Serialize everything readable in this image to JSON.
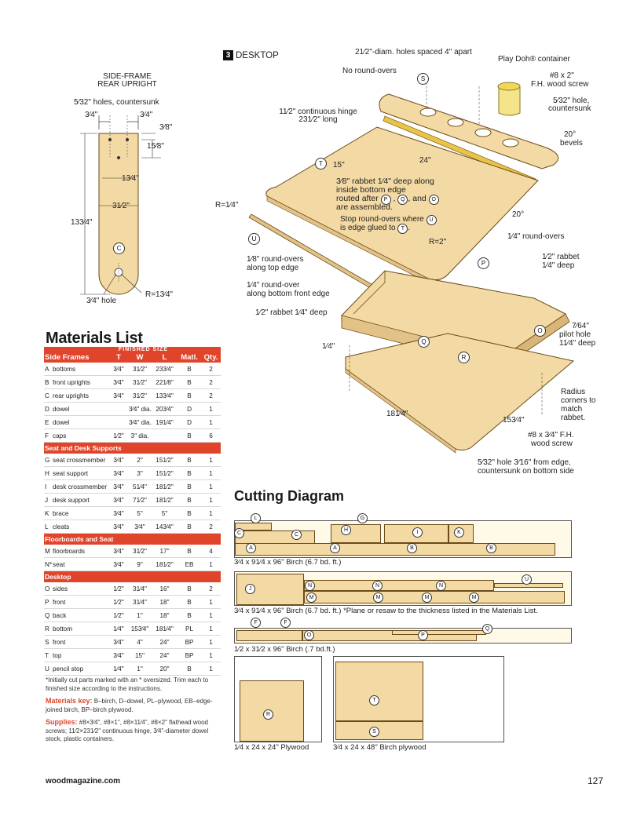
{
  "side_frame": {
    "title1": "SIDE-FRAME",
    "title2": "REAR UPRIGHT",
    "holes": "5⁄32\" holes, countersunk",
    "d_34a": "3⁄4\"",
    "d_34b": "3⁄4\"",
    "d_38": "3⁄8\"",
    "d_158": "15⁄8\"",
    "d_134": "13⁄4\"",
    "d_312": "31⁄2\"",
    "d_1334": "133⁄4\"",
    "hole": "3⁄4\" hole",
    "radius": "R=13⁄4\"",
    "part": "C"
  },
  "desktop": {
    "num": "3",
    "title": "DESKTOP",
    "holes_spaced": "21⁄2\"-diam. holes spaced 4\" apart",
    "no_roundovers": "No round-overs",
    "play_doh": "Play Doh® container",
    "screw_8x2": "#8 x 2\"",
    "fh_screw": "F.H. wood screw",
    "hole_532": "5⁄32\" hole,",
    "countersunk": "countersunk",
    "bevels_20": "20°",
    "bevels": "bevels",
    "hinge1": "11⁄2\" continuous hinge",
    "hinge2": "231⁄2\" long",
    "d15": "15\"",
    "d24": "24\"",
    "rabbet_note1": "3⁄8\" rabbet 1⁄4\" deep along",
    "rabbet_note2": "inside bottom edge",
    "rabbet_note3": "routed after",
    "rabbet_note3b": ", and",
    "rabbet_note4": "are assembled.",
    "r14": "R=1⁄4\"",
    "stop_round1": "Stop round-overs where",
    "stop_round2": "is edge glued to",
    "r2": "R=2\"",
    "ang20": "20°",
    "round_over_14": "1⁄4\" round-overs",
    "round_over_18a": "1⁄8\" round-overs",
    "round_over_18b": "along top edge",
    "round_over_bottom1": "1⁄4\" round-over",
    "round_over_bottom2": "along bottom front edge",
    "rabbet_12": "1⁄2\" rabbet 1⁄4\" deep",
    "rabbet_12r1": "1⁄2\" rabbet",
    "rabbet_12r2": "1⁄4\" deep",
    "pilot1": "7⁄64\"",
    "pilot2": "pilot hole",
    "pilot3": "11⁄4\" deep",
    "d14": "1⁄4\"",
    "d1814": "181⁄4\"",
    "d1534": "153⁄4\"",
    "radius1": "Radius",
    "radius2": "corners to",
    "radius3": "match",
    "radius4": "rabbet.",
    "screw34a": "#8 x 3⁄4\" F.H.",
    "screw34b": "wood screw",
    "hole_bottom1": "5⁄32\" hole 3⁄16\" from edge,",
    "hole_bottom2": "countersunk on bottom side"
  },
  "materials": {
    "title": "Materials List",
    "finished_size": "FINISHED SIZE",
    "col_part": "Side Frames",
    "col_t": "T",
    "col_w": "W",
    "col_l": "L",
    "col_matl": "Matl.",
    "col_qty": "Qty.",
    "sections": [
      {
        "name": "",
        "rows": [
          {
            "id": "A",
            "part": "bottoms",
            "t": "3⁄4\"",
            "w": "31⁄2\"",
            "l": "233⁄4\"",
            "m": "B",
            "q": "2"
          },
          {
            "id": "B",
            "part": "front uprights",
            "t": "3⁄4\"",
            "w": "31⁄2\"",
            "l": "221⁄8\"",
            "m": "B",
            "q": "2"
          },
          {
            "id": "C",
            "part": "rear uprights",
            "t": "3⁄4\"",
            "w": "31⁄2\"",
            "l": "133⁄4\"",
            "m": "B",
            "q": "2"
          },
          {
            "id": "D",
            "part": "dowel",
            "t": "",
            "w": "3⁄4\" dia.",
            "l": "203⁄4\"",
            "m": "D",
            "q": "1"
          },
          {
            "id": "E",
            "part": "dowel",
            "t": "",
            "w": "3⁄4\" dia.",
            "l": "191⁄4\"",
            "m": "D",
            "q": "1"
          },
          {
            "id": "F",
            "part": "caps",
            "t": "1⁄2\"",
            "w": "3\" dia.",
            "l": "",
            "m": "B",
            "q": "6"
          }
        ]
      },
      {
        "name": "Seat and Desk Supports",
        "rows": [
          {
            "id": "G",
            "part": "seat crossmember",
            "t": "3⁄4\"",
            "w": "2\"",
            "l": "151⁄2\"",
            "m": "B",
            "q": "1"
          },
          {
            "id": "H",
            "part": "seat support",
            "t": "3⁄4\"",
            "w": "3\"",
            "l": "151⁄2\"",
            "m": "B",
            "q": "1"
          },
          {
            "id": "I",
            "part": "desk crossmember",
            "t": "3⁄4\"",
            "w": "51⁄4\"",
            "l": "181⁄2\"",
            "m": "B",
            "q": "1"
          },
          {
            "id": "J",
            "part": "desk support",
            "t": "3⁄4\"",
            "w": "71⁄2\"",
            "l": "181⁄2\"",
            "m": "B",
            "q": "1"
          },
          {
            "id": "K",
            "part": "brace",
            "t": "3⁄4\"",
            "w": "5\"",
            "l": "5\"",
            "m": "B",
            "q": "1"
          },
          {
            "id": "L",
            "part": "cleats",
            "t": "3⁄4\"",
            "w": "3⁄4\"",
            "l": "143⁄4\"",
            "m": "B",
            "q": "2"
          }
        ]
      },
      {
        "name": "Floorboards and Seat",
        "rows": [
          {
            "id": "M",
            "part": "floorboards",
            "t": "3⁄4\"",
            "w": "31⁄2\"",
            "l": "17\"",
            "m": "B",
            "q": "4"
          },
          {
            "id": "N*",
            "part": "seat",
            "t": "3⁄4\"",
            "w": "9\"",
            "l": "181⁄2\"",
            "m": "EB",
            "q": "1"
          }
        ]
      },
      {
        "name": "Desktop",
        "rows": [
          {
            "id": "O",
            "part": "sides",
            "t": "1⁄2\"",
            "w": "31⁄4\"",
            "l": "16\"",
            "m": "B",
            "q": "2"
          },
          {
            "id": "P",
            "part": "front",
            "t": "1⁄2\"",
            "w": "31⁄4\"",
            "l": "18\"",
            "m": "B",
            "q": "1"
          },
          {
            "id": "Q",
            "part": "back",
            "t": "1⁄2\"",
            "w": "1\"",
            "l": "18\"",
            "m": "B",
            "q": "1"
          },
          {
            "id": "R",
            "part": "bottom",
            "t": "1⁄4\"",
            "w": "153⁄4\"",
            "l": "181⁄4\"",
            "m": "PL",
            "q": "1"
          },
          {
            "id": "S",
            "part": "front",
            "t": "3⁄4\"",
            "w": "4\"",
            "l": "24\"",
            "m": "BP",
            "q": "1"
          },
          {
            "id": "T",
            "part": "top",
            "t": "3⁄4\"",
            "w": "15\"",
            "l": "24\"",
            "m": "BP",
            "q": "1"
          },
          {
            "id": "U",
            "part": "pencil stop",
            "t": "1⁄4\"",
            "w": "1\"",
            "l": "20\"",
            "m": "B",
            "q": "1"
          }
        ]
      }
    ],
    "note_oversize": "*Initially cut parts marked with an * oversized. Trim each to finished size according to the instructions.",
    "key_label": "Materials key:",
    "key_text": " B–birch, D–dowel, PL–plywood, EB–edge-joined birch, BP–birch plywood.",
    "supplies_label": "Supplies:",
    "supplies_text": " #8×3⁄4\", #8×1\", #8×11⁄4\", #8×2\" flathead wood screws; 11⁄2×231⁄2\" continuous hinge, 3⁄4\"-diameter dowel stock, plastic containers."
  },
  "cutting": {
    "title": "Cutting Diagram",
    "board1": "3⁄4 x 91⁄4 x 96\" Birch (6.7 bd. ft.)",
    "board2": "3⁄4 x 91⁄4 x 96\" Birch (6.7 bd. ft.)  *Plane or resaw to the thickness listed in the Materials List.",
    "board3": "1⁄2 x 31⁄2 x 96\" Birch (.7 bd.ft.)",
    "board4": "1⁄4 x 24 x 24\" Plywood",
    "board5": "3⁄4 x 24 x 48\" Birch plywood"
  },
  "footer": {
    "site": "woodmagazine.com",
    "page": "127"
  }
}
